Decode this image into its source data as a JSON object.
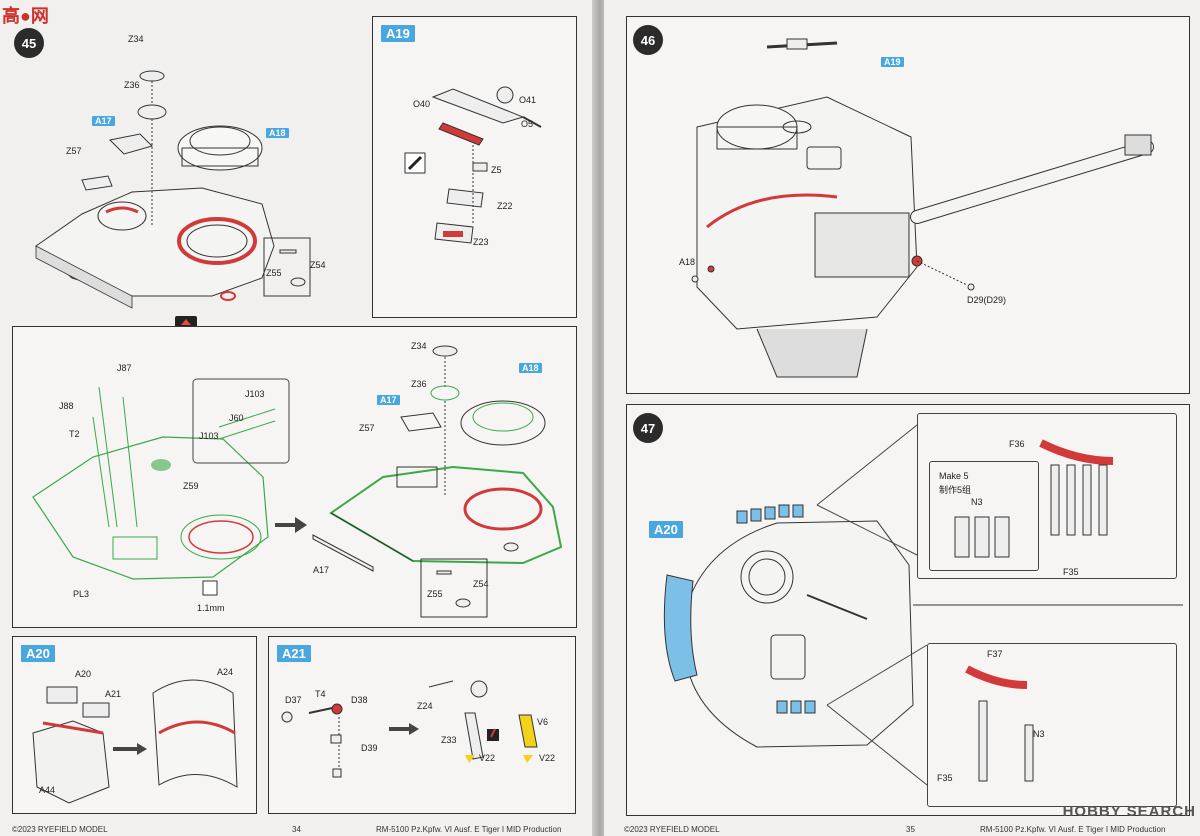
{
  "watermark": {
    "top_left": "高●网",
    "bottom_right": "HOBBY SEARCH"
  },
  "left_page": {
    "step45": {
      "number": "45",
      "top_labels": [
        "Z34",
        "Z36",
        "Z57",
        "Z55",
        "Z54"
      ],
      "tags": [
        "A17",
        "A18"
      ],
      "bottom_labels": [
        "J87",
        "J88",
        "T2",
        "J103",
        "J60",
        "J103",
        "Z59",
        "PL3",
        "1.1mm"
      ],
      "bottom_right_labels": [
        "Z34",
        "Z36",
        "Z57",
        "A17",
        "Z55",
        "Z54"
      ],
      "bottom_right_tags": [
        "A17",
        "A18"
      ]
    },
    "a19": {
      "tag": "A19",
      "labels": [
        "O40",
        "O41",
        "O5",
        "Z5",
        "Z22",
        "Z23"
      ]
    },
    "a20": {
      "tag": "A20",
      "labels": [
        "A20",
        "A21",
        "A24",
        "A44"
      ]
    },
    "a21": {
      "tag": "A21",
      "labels": [
        "D37",
        "T4",
        "D38",
        "D39",
        "Z24",
        "Z33",
        "V6",
        "V22",
        "V22"
      ]
    },
    "footer": {
      "left": "©2023 RYEFIELD MODEL",
      "page": "34",
      "right": "RM-5100 Pz.Kpfw. VI Ausf. E Tiger I MID Production"
    }
  },
  "right_page": {
    "step46": {
      "number": "46",
      "tag": "A19",
      "labels": [
        "A18",
        "D29(D29)"
      ]
    },
    "step47": {
      "number": "47",
      "tag": "A20",
      "labels": [
        "F36",
        "Make 5",
        "制作5组",
        "N3",
        "F35",
        "F37",
        "N3",
        "F35"
      ]
    },
    "footer": {
      "left": "©2023 RYEFIELD MODEL",
      "page": "35",
      "right": "RM-5100 Pz.Kpfw. VI Ausf. E Tiger I MID Production"
    }
  },
  "colors": {
    "accent_blue": "#49a7e0",
    "paint_red": "#d23a3a",
    "photoetch_green": "#3aa94a",
    "decal_yellow": "#f2d21a"
  }
}
